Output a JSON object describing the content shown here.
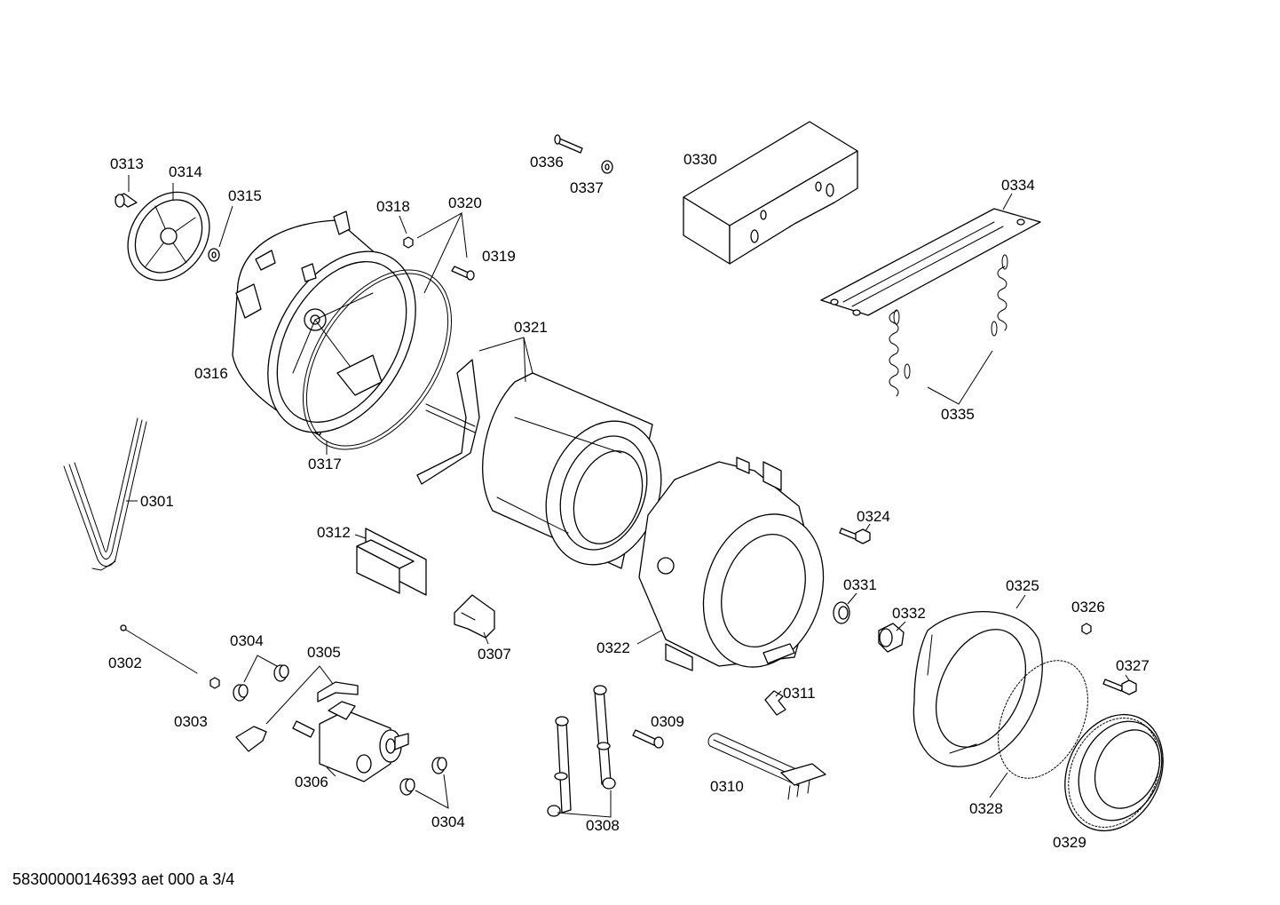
{
  "footer": "58300000146393 aet 000 a 3/4",
  "labels": {
    "p0301": "0301",
    "p0302": "0302",
    "p0303": "0303",
    "p0304a": "0304",
    "p0304b": "0304",
    "p0305": "0305",
    "p0306": "0306",
    "p0307": "0307",
    "p0308": "0308",
    "p0309": "0309",
    "p0310": "0310",
    "p0311": "0311",
    "p0312": "0312",
    "p0313": "0313",
    "p0314": "0314",
    "p0315": "0315",
    "p0316": "0316",
    "p0317": "0317",
    "p0318": "0318",
    "p0319": "0319",
    "p0320": "0320",
    "p0321": "0321",
    "p0322": "0322",
    "p0324": "0324",
    "p0325": "0325",
    "p0326": "0326",
    "p0327": "0327",
    "p0328": "0328",
    "p0329": "0329",
    "p0330": "0330",
    "p0331": "0331",
    "p0332": "0332",
    "p0334": "0334",
    "p0335": "0335",
    "p0336": "0336",
    "p0337": "0337"
  }
}
